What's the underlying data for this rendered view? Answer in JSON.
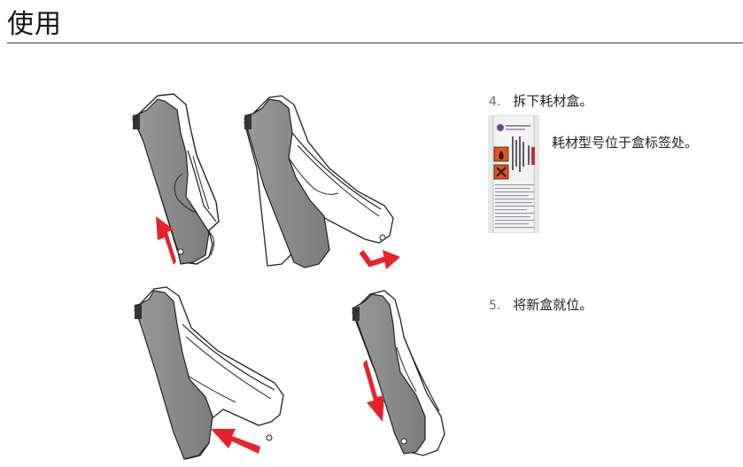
{
  "page": {
    "title": "使用"
  },
  "steps": [
    {
      "number": "4.",
      "text": "拆下耗材盒。"
    },
    {
      "number": "5.",
      "text": "将新盒就位。"
    }
  ],
  "note": {
    "text": "耗材型号位于盒标签处。"
  },
  "colors": {
    "arrow": "#e8212a",
    "cartridge_body": "#8c8c8c",
    "step_number": "#7a5a8a",
    "label_orange": "#e8501a"
  },
  "icons": {
    "hazard_flame": "flame-icon",
    "hazard_cross": "harmful-x-icon"
  }
}
